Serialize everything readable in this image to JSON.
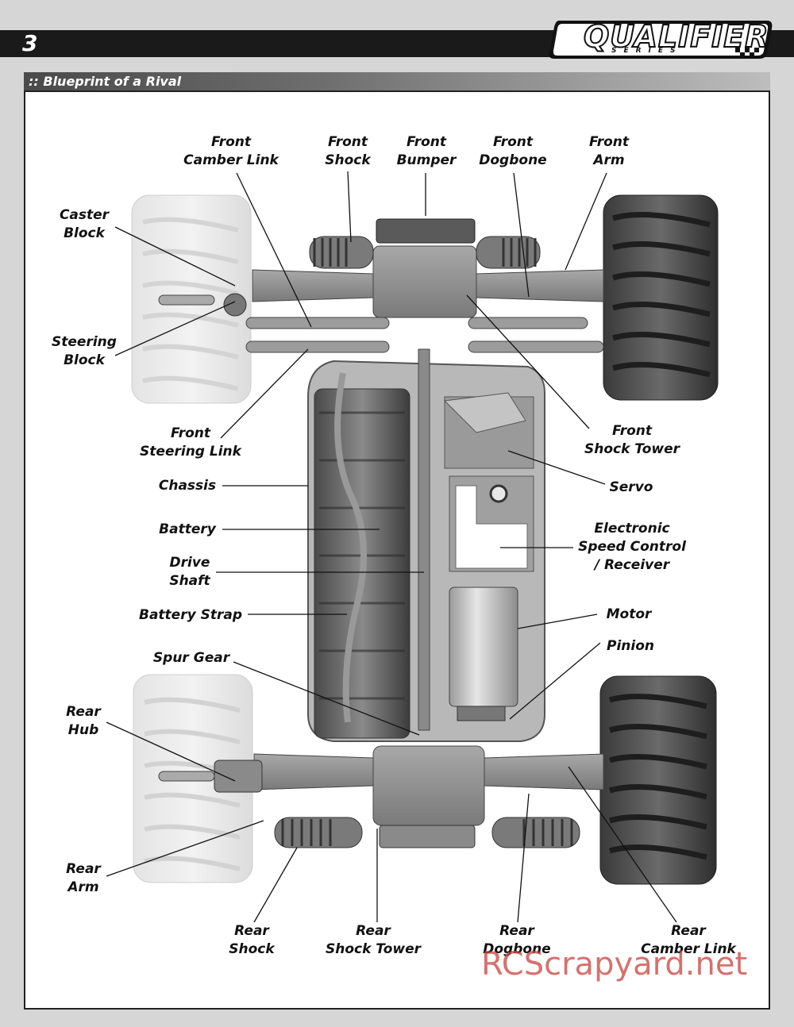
{
  "header": {
    "page_number": "3",
    "logo_text": "QUALIFIER",
    "logo_subtext": "SERIES"
  },
  "section": {
    "title": ":: Blueprint of a Rival"
  },
  "labels": {
    "front_camber_link": [
      "Front",
      "Camber Link"
    ],
    "front_shock": [
      "Front",
      "Shock"
    ],
    "front_bumper": [
      "Front",
      "Bumper"
    ],
    "front_dogbone": [
      "Front",
      "Dogbone"
    ],
    "front_arm": [
      "Front",
      "Arm"
    ],
    "caster_block": [
      "Caster",
      "Block"
    ],
    "steering_block": [
      "Steering",
      "Block"
    ],
    "front_steering_link": [
      "Front",
      "Steering Link"
    ],
    "chassis": [
      "Chassis"
    ],
    "battery": [
      "Battery"
    ],
    "drive_shaft": [
      "Drive",
      "Shaft"
    ],
    "battery_strap": [
      "Battery Strap"
    ],
    "spur_gear": [
      "Spur Gear"
    ],
    "rear_hub": [
      "Rear",
      "Hub"
    ],
    "rear_arm": [
      "Rear",
      "Arm"
    ],
    "rear_shock": [
      "Rear",
      "Shock"
    ],
    "rear_shock_tower": [
      "Rear",
      "Shock Tower"
    ],
    "rear_dogbone": [
      "Rear",
      "Dogbone"
    ],
    "rear_camber_link": [
      "Rear",
      "Camber Link"
    ],
    "front_shock_tower": [
      "Front",
      "Shock Tower"
    ],
    "servo": [
      "Servo"
    ],
    "esc_receiver": [
      "Electronic",
      "Speed Control",
      "/ Receiver"
    ],
    "motor": [
      "Motor"
    ],
    "pinion": [
      "Pinion"
    ]
  },
  "watermark": "RCScrapyard.net",
  "colors": {
    "header_black": "#1a1a1a",
    "page_gray": "#d6d6d6",
    "watermark_red": "#c8423e"
  }
}
